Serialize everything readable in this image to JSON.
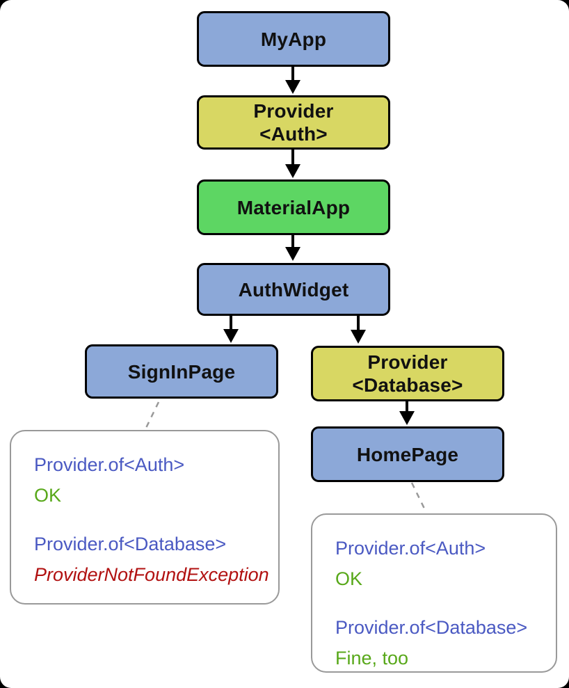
{
  "nodes": {
    "myapp": {
      "label": "MyApp"
    },
    "provider_auth": {
      "line1": "Provider",
      "line2": "<Auth>"
    },
    "materialapp": {
      "label": "MaterialApp"
    },
    "authwidget": {
      "label": "AuthWidget"
    },
    "signinpage": {
      "label": "SignInPage"
    },
    "provider_database": {
      "line1": "Provider",
      "line2": "<Database>"
    },
    "homepage": {
      "label": "HomePage"
    }
  },
  "edges": [
    {
      "from": "MyApp",
      "to": "Provider<Auth>"
    },
    {
      "from": "Provider<Auth>",
      "to": "MaterialApp"
    },
    {
      "from": "MaterialApp",
      "to": "AuthWidget"
    },
    {
      "from": "AuthWidget",
      "to": "SignInPage"
    },
    {
      "from": "AuthWidget",
      "to": "Provider<Database>"
    },
    {
      "from": "Provider<Database>",
      "to": "HomePage"
    }
  ],
  "callouts": {
    "signin": {
      "attached_to": "SignInPage",
      "lines": [
        {
          "text": "Provider.of<Auth>"
        },
        {
          "text": "OK"
        },
        {
          "text": "Provider.of<Database>"
        },
        {
          "text": "ProviderNotFoundException"
        }
      ]
    },
    "home": {
      "attached_to": "HomePage",
      "lines": [
        {
          "text": "Provider.of<Auth>"
        },
        {
          "text": "OK"
        },
        {
          "text": "Provider.of<Database>"
        },
        {
          "text": "Fine, too"
        }
      ]
    }
  },
  "colors": {
    "widget_blue": "#8CA8D8",
    "provider_yellow": "#D8D763",
    "material_green": "#5DD663",
    "node_border": "#000000",
    "callout_border": "#999999",
    "callout_blue": "#4A59C2",
    "callout_green": "#58A81A",
    "callout_red": "#B11111",
    "edge_black": "#000000",
    "dash_gray": "#999999"
  }
}
